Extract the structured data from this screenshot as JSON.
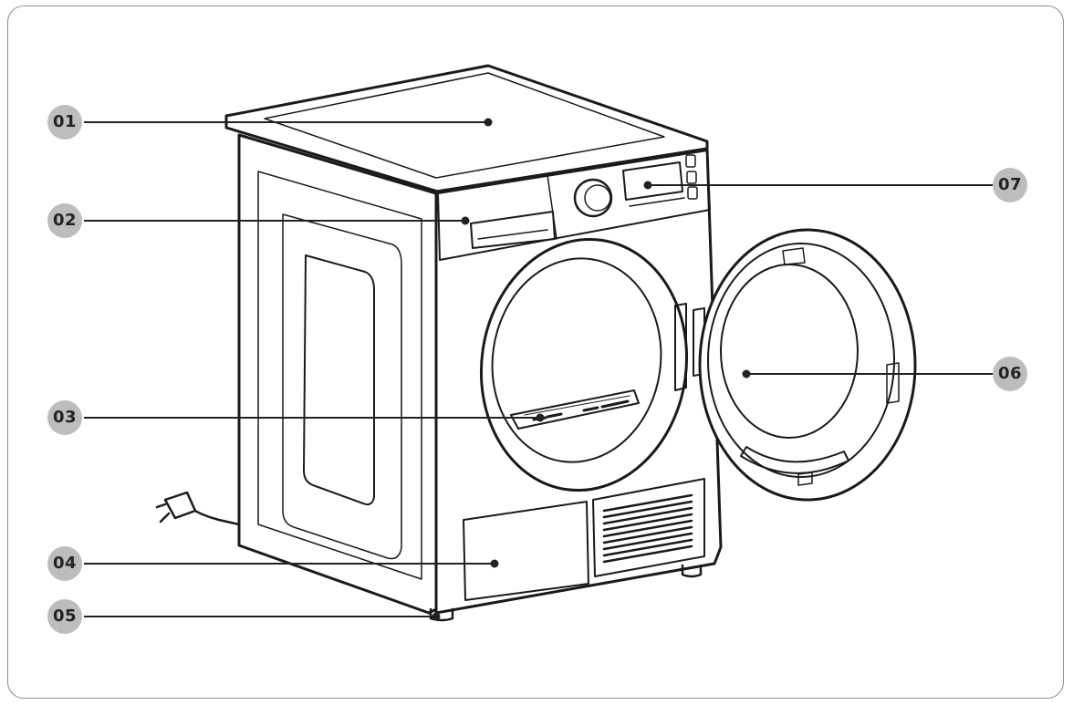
{
  "callouts": [
    {
      "id": "01",
      "label": "01"
    },
    {
      "id": "02",
      "label": "02"
    },
    {
      "id": "03",
      "label": "03"
    },
    {
      "id": "04",
      "label": "04"
    },
    {
      "id": "05",
      "label": "05"
    },
    {
      "id": "06",
      "label": "06"
    },
    {
      "id": "07",
      "label": "07"
    }
  ],
  "colors": {
    "badge": "#bdbdbd",
    "line": "#222222",
    "frame": "#8c8c8c"
  },
  "icons": [
    "dryer-illustration",
    "power-plug-icon"
  ]
}
